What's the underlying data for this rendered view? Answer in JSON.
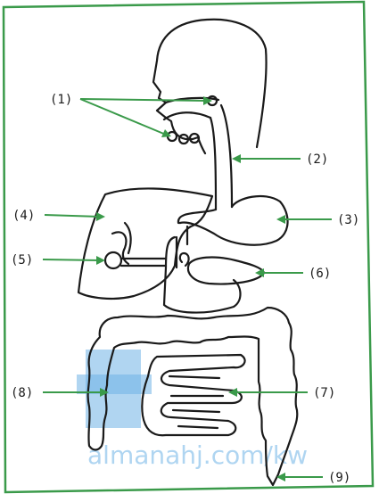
{
  "labels": [
    {
      "id": "1",
      "text": "(1)"
    },
    {
      "id": "2",
      "text": "(2)"
    },
    {
      "id": "3",
      "text": "(3)"
    },
    {
      "id": "4",
      "text": "(4)"
    },
    {
      "id": "5",
      "text": "(5)"
    },
    {
      "id": "6",
      "text": "(6)"
    },
    {
      "id": "7",
      "text": "(7)"
    },
    {
      "id": "8",
      "text": "(8)"
    },
    {
      "id": "9",
      "text": "(9)"
    }
  ],
  "watermark": {
    "text": "almanahj.com/kw",
    "color": "#6fb3e6"
  },
  "colors": {
    "frame": "#3a9a4a",
    "arrow": "#3a9a4a",
    "outline": "#1a1a1a"
  }
}
